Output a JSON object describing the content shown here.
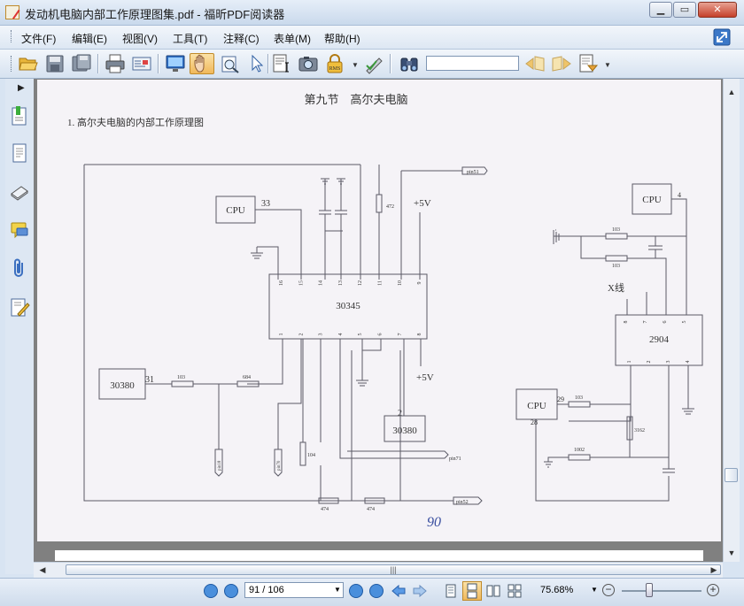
{
  "window": {
    "title": "发动机电脑内部工作原理图集.pdf - 福昕PDF阅读器"
  },
  "menu": {
    "items": [
      "文件(F)",
      "编辑(E)",
      "视图(V)",
      "工具(T)",
      "注释(C)",
      "表单(M)",
      "帮助(H)"
    ]
  },
  "toolbar": {
    "search_value": ""
  },
  "document": {
    "section_title": "第九节　高尔夫电脑",
    "heading": "1. 高尔夫电脑的内部工作原理图",
    "labels": {
      "cpu": "CPU",
      "ic_main": "30345",
      "ic_left": "30380",
      "ic_bottom": "30380",
      "ic_right": "2904",
      "v5_top": "+5V",
      "v5_mid": "+5V",
      "xline": "X线",
      "r103": "103",
      "r684": "684",
      "r472": "472",
      "r104": "104",
      "r474": "474",
      "r3162": "3162",
      "r1002": "1002",
      "pin51": "pin51",
      "pin71": "pin71",
      "pin52": "pin52",
      "pin18": "pin18",
      "pin70": "pin70",
      "n33": "33",
      "n31": "31",
      "n2": "2",
      "n4": "4",
      "n29": "29",
      "n28": "28",
      "top_pins": [
        "16",
        "15",
        "14",
        "13",
        "12",
        "11",
        "10",
        "9"
      ],
      "bot_pins": [
        "1",
        "2",
        "3",
        "4",
        "5",
        "6",
        "7",
        "8"
      ],
      "r_top_pins": [
        "8",
        "7",
        "6",
        "5"
      ],
      "r_bot_pins": [
        "1",
        "2",
        "3",
        "4"
      ],
      "handwritten": "90"
    }
  },
  "status": {
    "page_display": "91 / 106",
    "zoom": "75.68%"
  }
}
